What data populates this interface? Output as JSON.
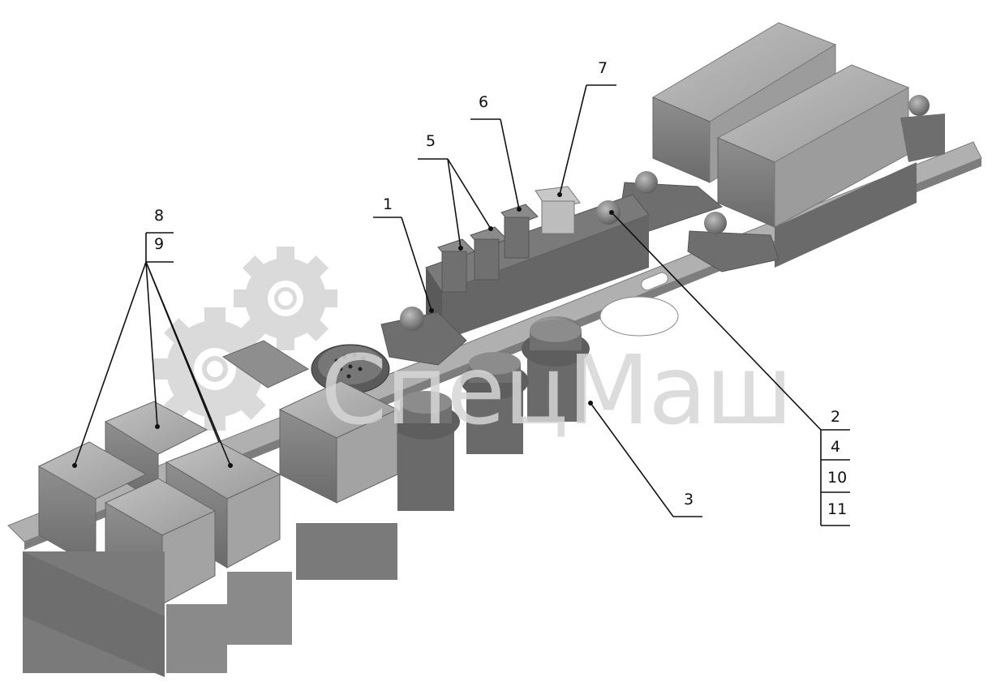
{
  "watermark": {
    "text": "СпецМаш"
  },
  "callouts": {
    "c1": "1",
    "c2": "2",
    "c3": "3",
    "c4": "4",
    "c5": "5",
    "c6": "6",
    "c7": "7",
    "c8": "8",
    "c9": "9",
    "c10": "10",
    "c11": "11"
  },
  "colors": {
    "body": "#8c8c8c",
    "body_dark": "#5e5e5e",
    "body_light": "#b4b4b4",
    "lines": "#111111",
    "watermark": "#d6d6d6"
  }
}
